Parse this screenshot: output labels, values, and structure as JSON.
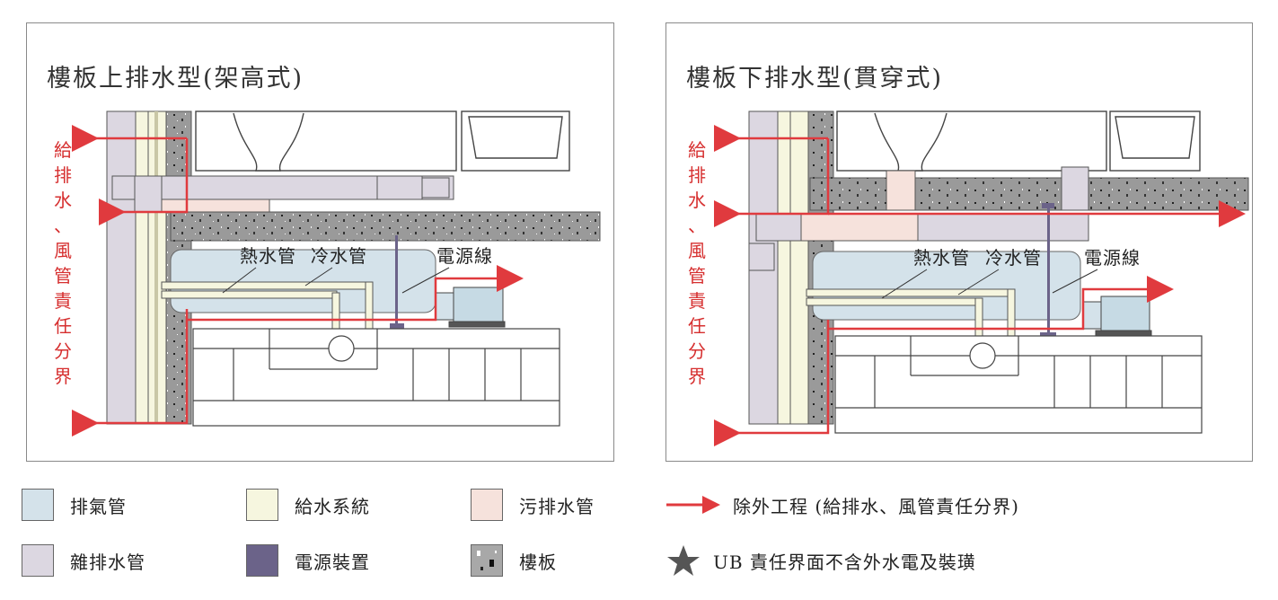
{
  "panels": [
    {
      "title": "樓板上排水型(架高式)",
      "side_label": "給\n排\n水\n、\n風\n管\n責\n任\n分\n界",
      "labels": {
        "hot": "熱水管",
        "cold": "冷水管",
        "power": "電源線"
      }
    },
    {
      "title": "樓板下排水型(貫穿式)",
      "side_label": "給\n排\n水\n、\n風\n管\n責\n任\n分\n界",
      "labels": {
        "hot": "熱水管",
        "cold": "冷水管",
        "power": "電源線"
      }
    }
  ],
  "legend": {
    "exhaust": {
      "label": "排氣管",
      "color": "#d4e2ea"
    },
    "water_supply": {
      "label": "給水系統",
      "color": "#f6f6df"
    },
    "sewage": {
      "label": "污排水管",
      "color": "#f6e2dc"
    },
    "misc_drain": {
      "label": "雜排水管",
      "color": "#dcd7e1"
    },
    "power_device": {
      "label": "電源裝置",
      "color": "#6b6389"
    },
    "slab": {
      "label": "樓板",
      "color": "#a8a8a8"
    },
    "excluded": {
      "label": "除外工程 (給排水、風管責任分界)",
      "color": "#e03a3e"
    },
    "ub_note": {
      "label": "UB 責任界面不含外水電及裝璜",
      "color": "#555555"
    }
  }
}
